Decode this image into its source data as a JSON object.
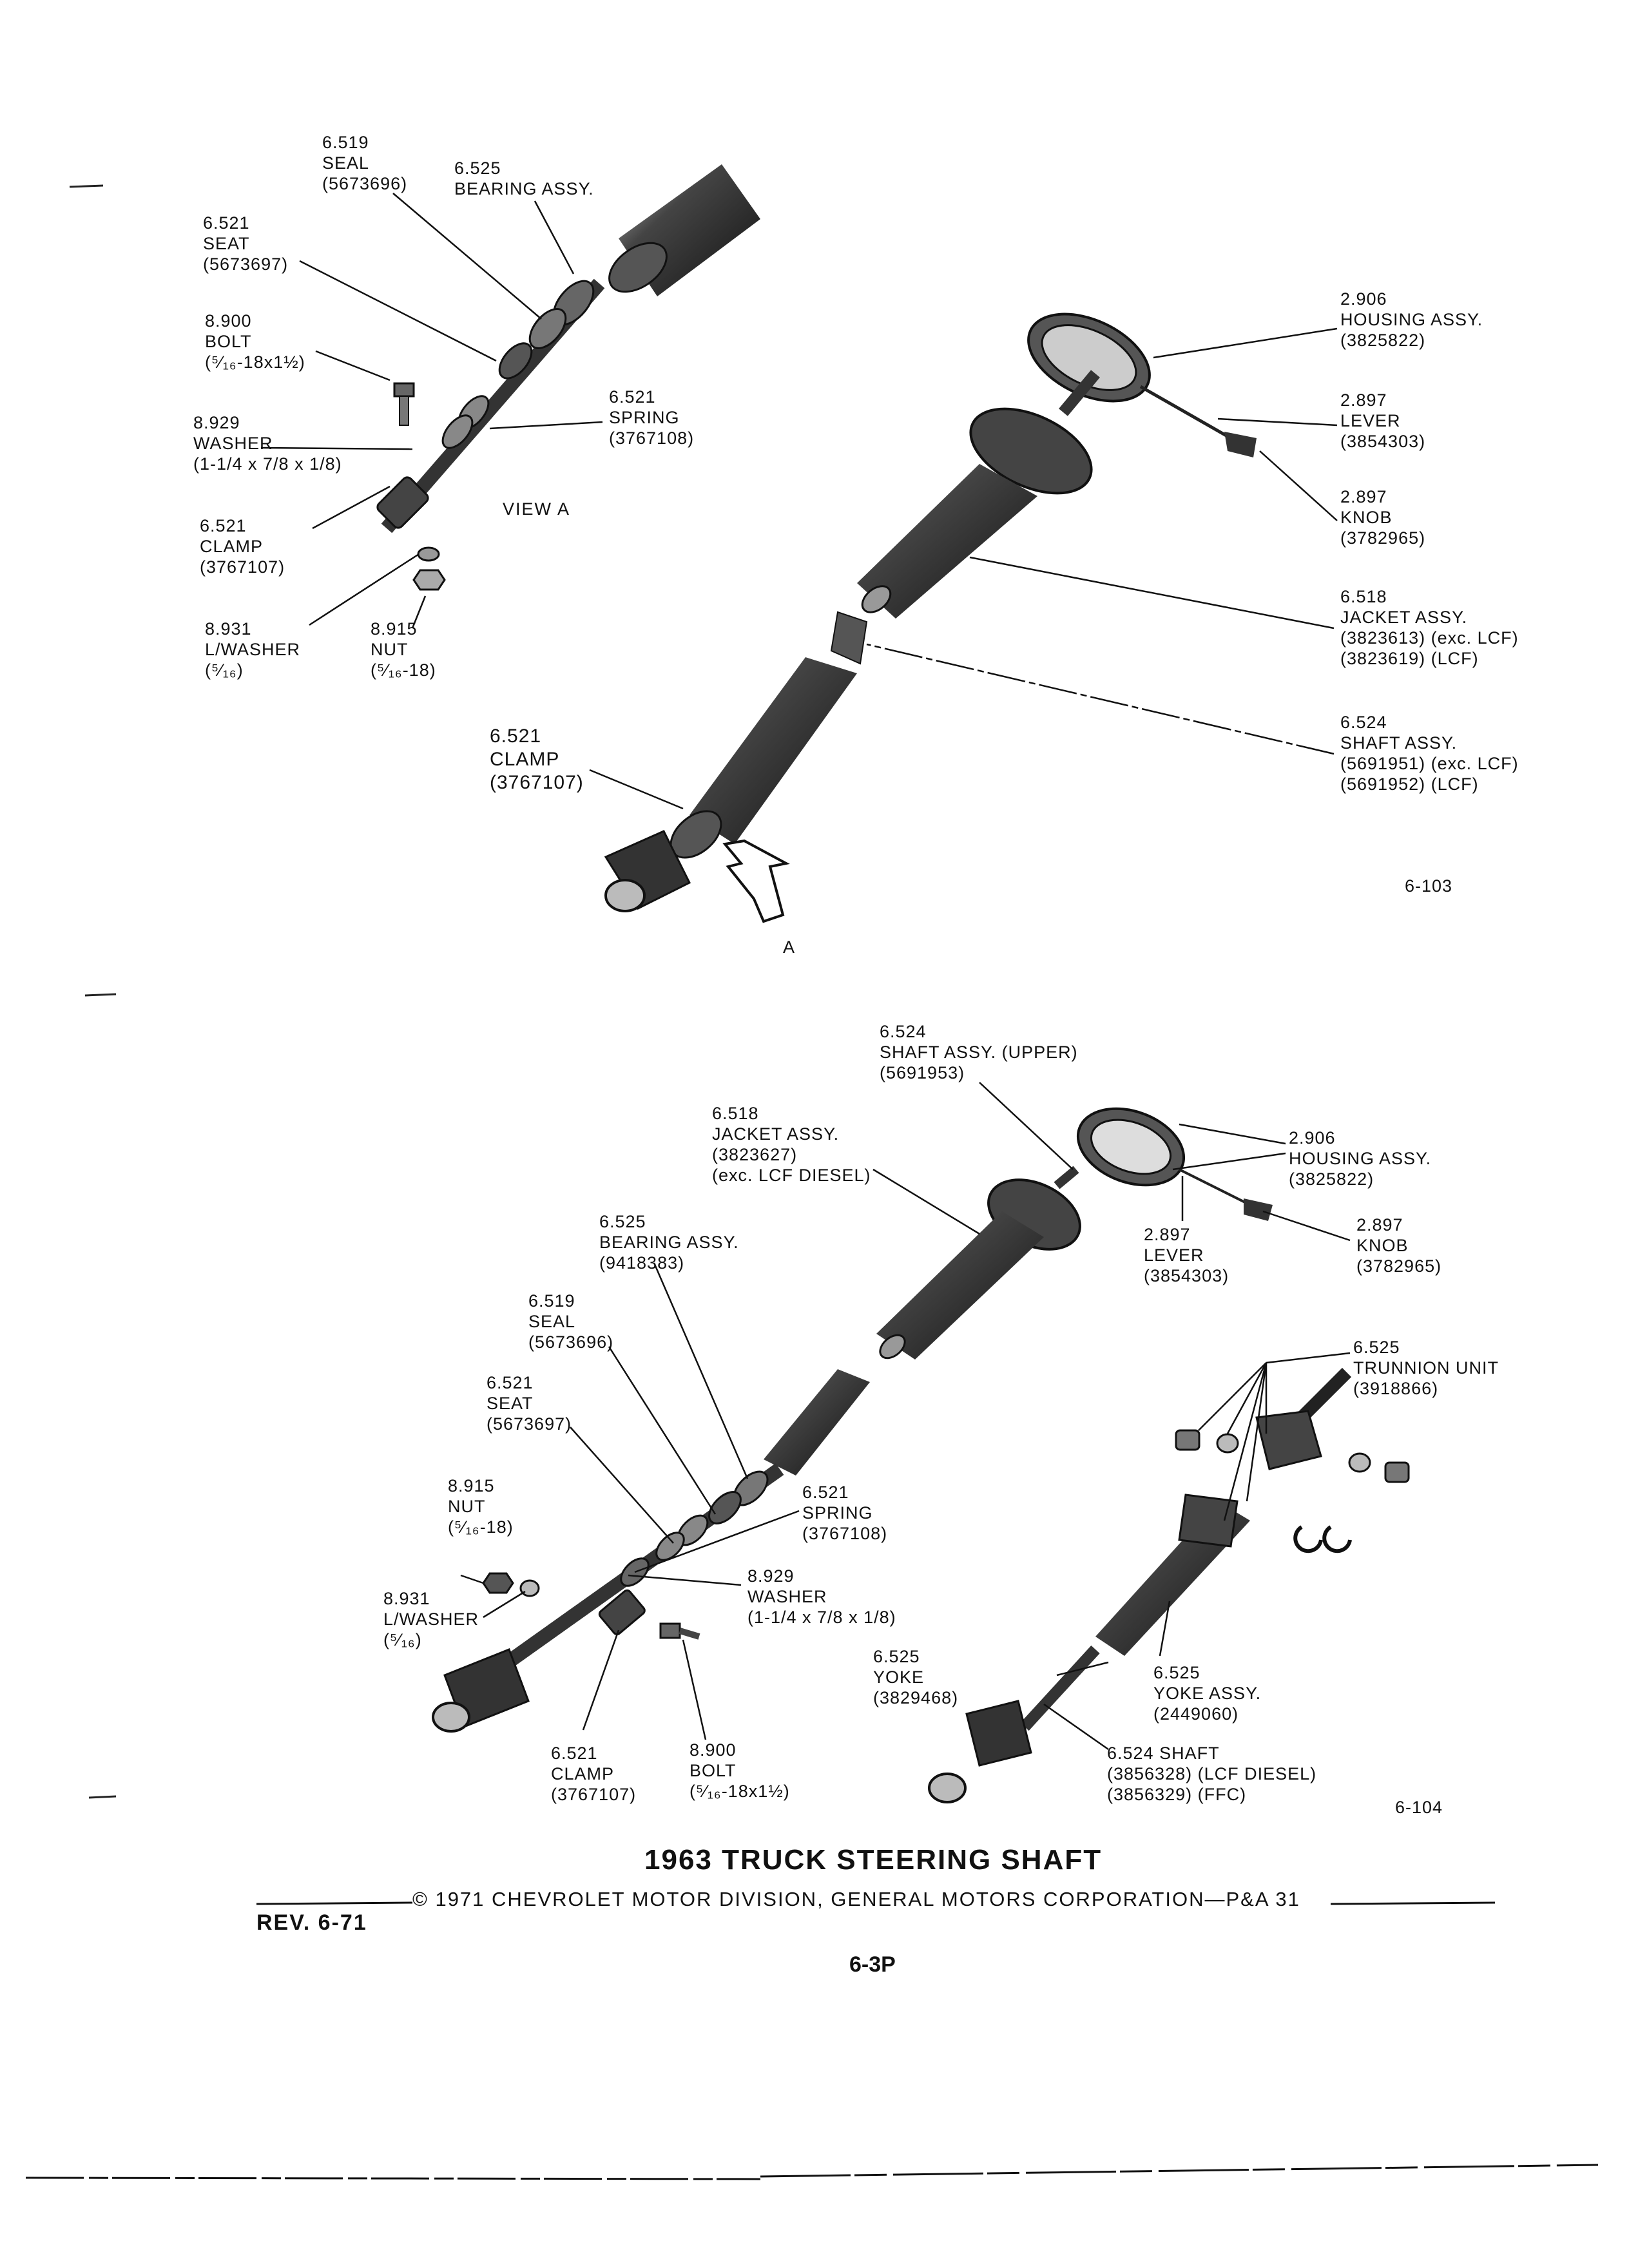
{
  "page": {
    "title": "1963 TRUCK STEERING SHAFT",
    "copyright": "© 1971 CHEVROLET MOTOR DIVISION, GENERAL MOTORS CORPORATION—P&A 31",
    "revision": "REV. 6-71",
    "page_number": "6-3P"
  },
  "top_figure": {
    "figure_number": "6-103",
    "view_label": "VIEW A",
    "arrow_letter": "A",
    "labels": [
      {
        "id": "t-seal",
        "lines": [
          "6.519",
          "SEAL",
          "(5673696)"
        ]
      },
      {
        "id": "t-bearing",
        "lines": [
          "6.525",
          "BEARING ASSY."
        ]
      },
      {
        "id": "t-seat",
        "lines": [
          "6.521",
          "SEAT",
          "(5673697)"
        ]
      },
      {
        "id": "t-bolt",
        "lines": [
          "8.900",
          "BOLT",
          "(⁵⁄₁₆-18x1½)"
        ]
      },
      {
        "id": "t-washer",
        "lines": [
          "8.929",
          "WASHER",
          "(1-1/4 x 7/8 x 1/8)"
        ]
      },
      {
        "id": "t-spring",
        "lines": [
          "6.521",
          "SPRING",
          "(3767108)"
        ]
      },
      {
        "id": "t-clamp",
        "lines": [
          "6.521",
          "CLAMP",
          "(3767107)"
        ]
      },
      {
        "id": "t-lwasher",
        "lines": [
          "8.931",
          "L/WASHER",
          "(⁵⁄₁₆)"
        ]
      },
      {
        "id": "t-nut",
        "lines": [
          "8.915",
          "NUT",
          "(⁵⁄₁₆-18)"
        ]
      },
      {
        "id": "t-clamp2",
        "lines": [
          "6.521",
          "CLAMP",
          "(3767107)"
        ]
      },
      {
        "id": "t-housing",
        "lines": [
          "2.906",
          "HOUSING  ASSY.",
          "(3825822)"
        ]
      },
      {
        "id": "t-lever",
        "lines": [
          "2.897",
          "LEVER",
          "(3854303)"
        ]
      },
      {
        "id": "t-knob",
        "lines": [
          "2.897",
          "KNOB",
          "(3782965)"
        ]
      },
      {
        "id": "t-jacket",
        "lines": [
          "6.518",
          "JACKET ASSY.",
          "(3823613) (exc. LCF)",
          "(3823619) (LCF)"
        ]
      },
      {
        "id": "t-shaft",
        "lines": [
          "6.524",
          "SHAFT ASSY.",
          "(5691951) (exc. LCF)",
          "(5691952) (LCF)"
        ]
      }
    ]
  },
  "bottom_figure": {
    "figure_number": "6-104",
    "labels": [
      {
        "id": "b-shaft-upper",
        "lines": [
          "6.524",
          "SHAFT ASSY. (UPPER)",
          "(5691953)"
        ]
      },
      {
        "id": "b-jacket",
        "lines": [
          "6.518",
          "JACKET ASSY.",
          "(3823627)",
          "(exc. LCF DIESEL)"
        ]
      },
      {
        "id": "b-housing",
        "lines": [
          "2.906",
          "HOUSING ASSY.",
          "(3825822)"
        ]
      },
      {
        "id": "b-lever",
        "lines": [
          "2.897",
          "LEVER",
          "(3854303)"
        ]
      },
      {
        "id": "b-knob",
        "lines": [
          "2.897",
          "KNOB",
          "(3782965)"
        ]
      },
      {
        "id": "b-bearing",
        "lines": [
          "6.525",
          "BEARING ASSY.",
          "(9418383)"
        ]
      },
      {
        "id": "b-seal",
        "lines": [
          "6.519",
          "SEAL",
          "(5673696)"
        ]
      },
      {
        "id": "b-seat",
        "lines": [
          "6.521",
          "SEAT",
          "(5673697)"
        ]
      },
      {
        "id": "b-trunnion",
        "lines": [
          "6.525",
          "TRUNNION  UNIT",
          "(3918866)"
        ]
      },
      {
        "id": "b-nut",
        "lines": [
          "8.915",
          "NUT",
          "(⁵⁄₁₆-18)"
        ]
      },
      {
        "id": "b-spring",
        "lines": [
          "6.521",
          "SPRING",
          "(3767108)"
        ]
      },
      {
        "id": "b-lwasher",
        "lines": [
          "8.931",
          "L/WASHER",
          "(⁵⁄₁₆)"
        ]
      },
      {
        "id": "b-washer",
        "lines": [
          "8.929",
          "WASHER",
          "(1-1/4 x 7/8 x 1/8)"
        ]
      },
      {
        "id": "b-yoke",
        "lines": [
          "6.525",
          "YOKE",
          "(3829468)"
        ]
      },
      {
        "id": "b-yoke-assy",
        "lines": [
          "6.525",
          "YOKE ASSY.",
          "(2449060)"
        ]
      },
      {
        "id": "b-clamp",
        "lines": [
          "6.521",
          "CLAMP",
          "(3767107)"
        ]
      },
      {
        "id": "b-bolt",
        "lines": [
          "8.900",
          "BOLT",
          "(⁵⁄₁₆-18x1½)"
        ]
      },
      {
        "id": "b-shaft",
        "lines": [
          "6.524 SHAFT",
          "(3856328) (LCF DIESEL)",
          "(3856329) (FFC)"
        ]
      }
    ]
  }
}
